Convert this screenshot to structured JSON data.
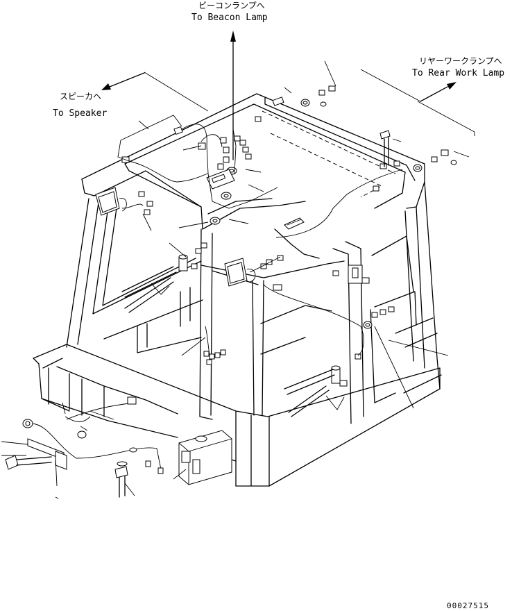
{
  "callouts": {
    "beacon_jp": "ビーコンランプへ",
    "beacon_en": "To Beacon Lamp",
    "speaker_jp": "スピーカヘ",
    "speaker_en": "To Speaker",
    "rear_jp": "リヤーワークランプへ",
    "rear_en": "To Rear Work Lamp"
  },
  "drawing_number": "00027515",
  "icons": [
    "arrow-icon"
  ]
}
